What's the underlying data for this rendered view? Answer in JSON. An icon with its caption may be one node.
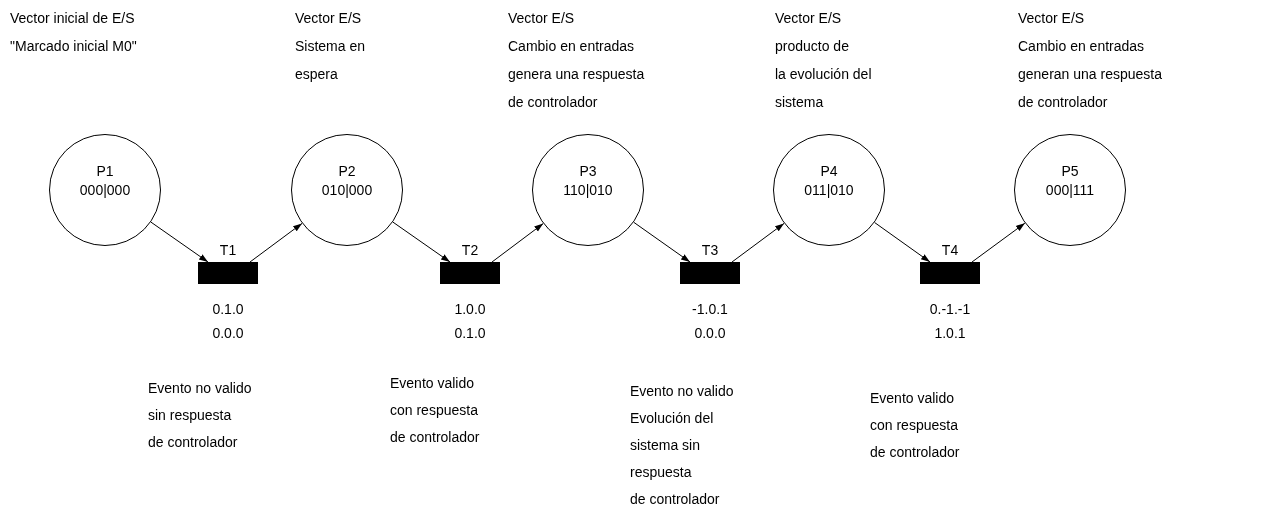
{
  "diagram": {
    "nodes": [
      {
        "text": [
          "P1",
          "000|000"
        ]
      },
      {
        "text": [
          "T1"
        ],
        "beside": [
          "0.1.0 0.0.0",
          "Evento no valido sin respuesta de controlador"
        ]
      },
      {
        "text": [
          "P2",
          "010|000"
        ],
        "beside": [
          "Vector E/S Sistema en espera"
        ]
      },
      {
        "text": [
          "T2"
        ],
        "beside": [
          "1.0.0 0.1.0",
          "Evento valido con respuesta de controlador"
        ]
      },
      {
        "text": [
          "P3",
          "110|010"
        ],
        "beside": [
          "Vector E/S Cambio en entradas genera una respuesta de controlador"
        ]
      },
      {
        "text": [
          "T3"
        ],
        "beside": [
          "-1.0.1 0.0.0",
          "Evento no valido Evolución del sistema sin respuesta de controlador"
        ]
      },
      {
        "text": [
          "P4",
          "011|010"
        ],
        "beside": [
          "Vector E/S producto de la evolución del sistema"
        ]
      },
      {
        "text": [
          "T4"
        ],
        "beside": [
          "0.-1.-1 1.0.1",
          "Evento valido con respuesta de controlador"
        ]
      },
      {
        "text": [
          "P5",
          "000|111"
        ],
        "beside": [
          "Vector E/S Cambio en entradas generan una respuesta de controlador"
        ]
      }
    ],
    "edges": [
      {
        "from": 0,
        "to": 1,
        "arrow": "to"
      },
      {
        "from": 1,
        "to": 2,
        "arrow": "to"
      },
      {
        "from": 2,
        "to": 3,
        "arrow": "to"
      },
      {
        "from": 3,
        "to": 4,
        "arrow": "to"
      },
      {
        "from": 4,
        "to": 5,
        "arrow": "to"
      },
      {
        "from": 5,
        "to": 6,
        "arrow": "to"
      },
      {
        "from": 6,
        "to": 7,
        "arrow": "to"
      },
      {
        "from": 7,
        "to": 8,
        "arrow": "to"
      }
    ],
    "labels": [
      "Vector inicial de E/S \"Marcado inicial M0\""
    ]
  }
}
